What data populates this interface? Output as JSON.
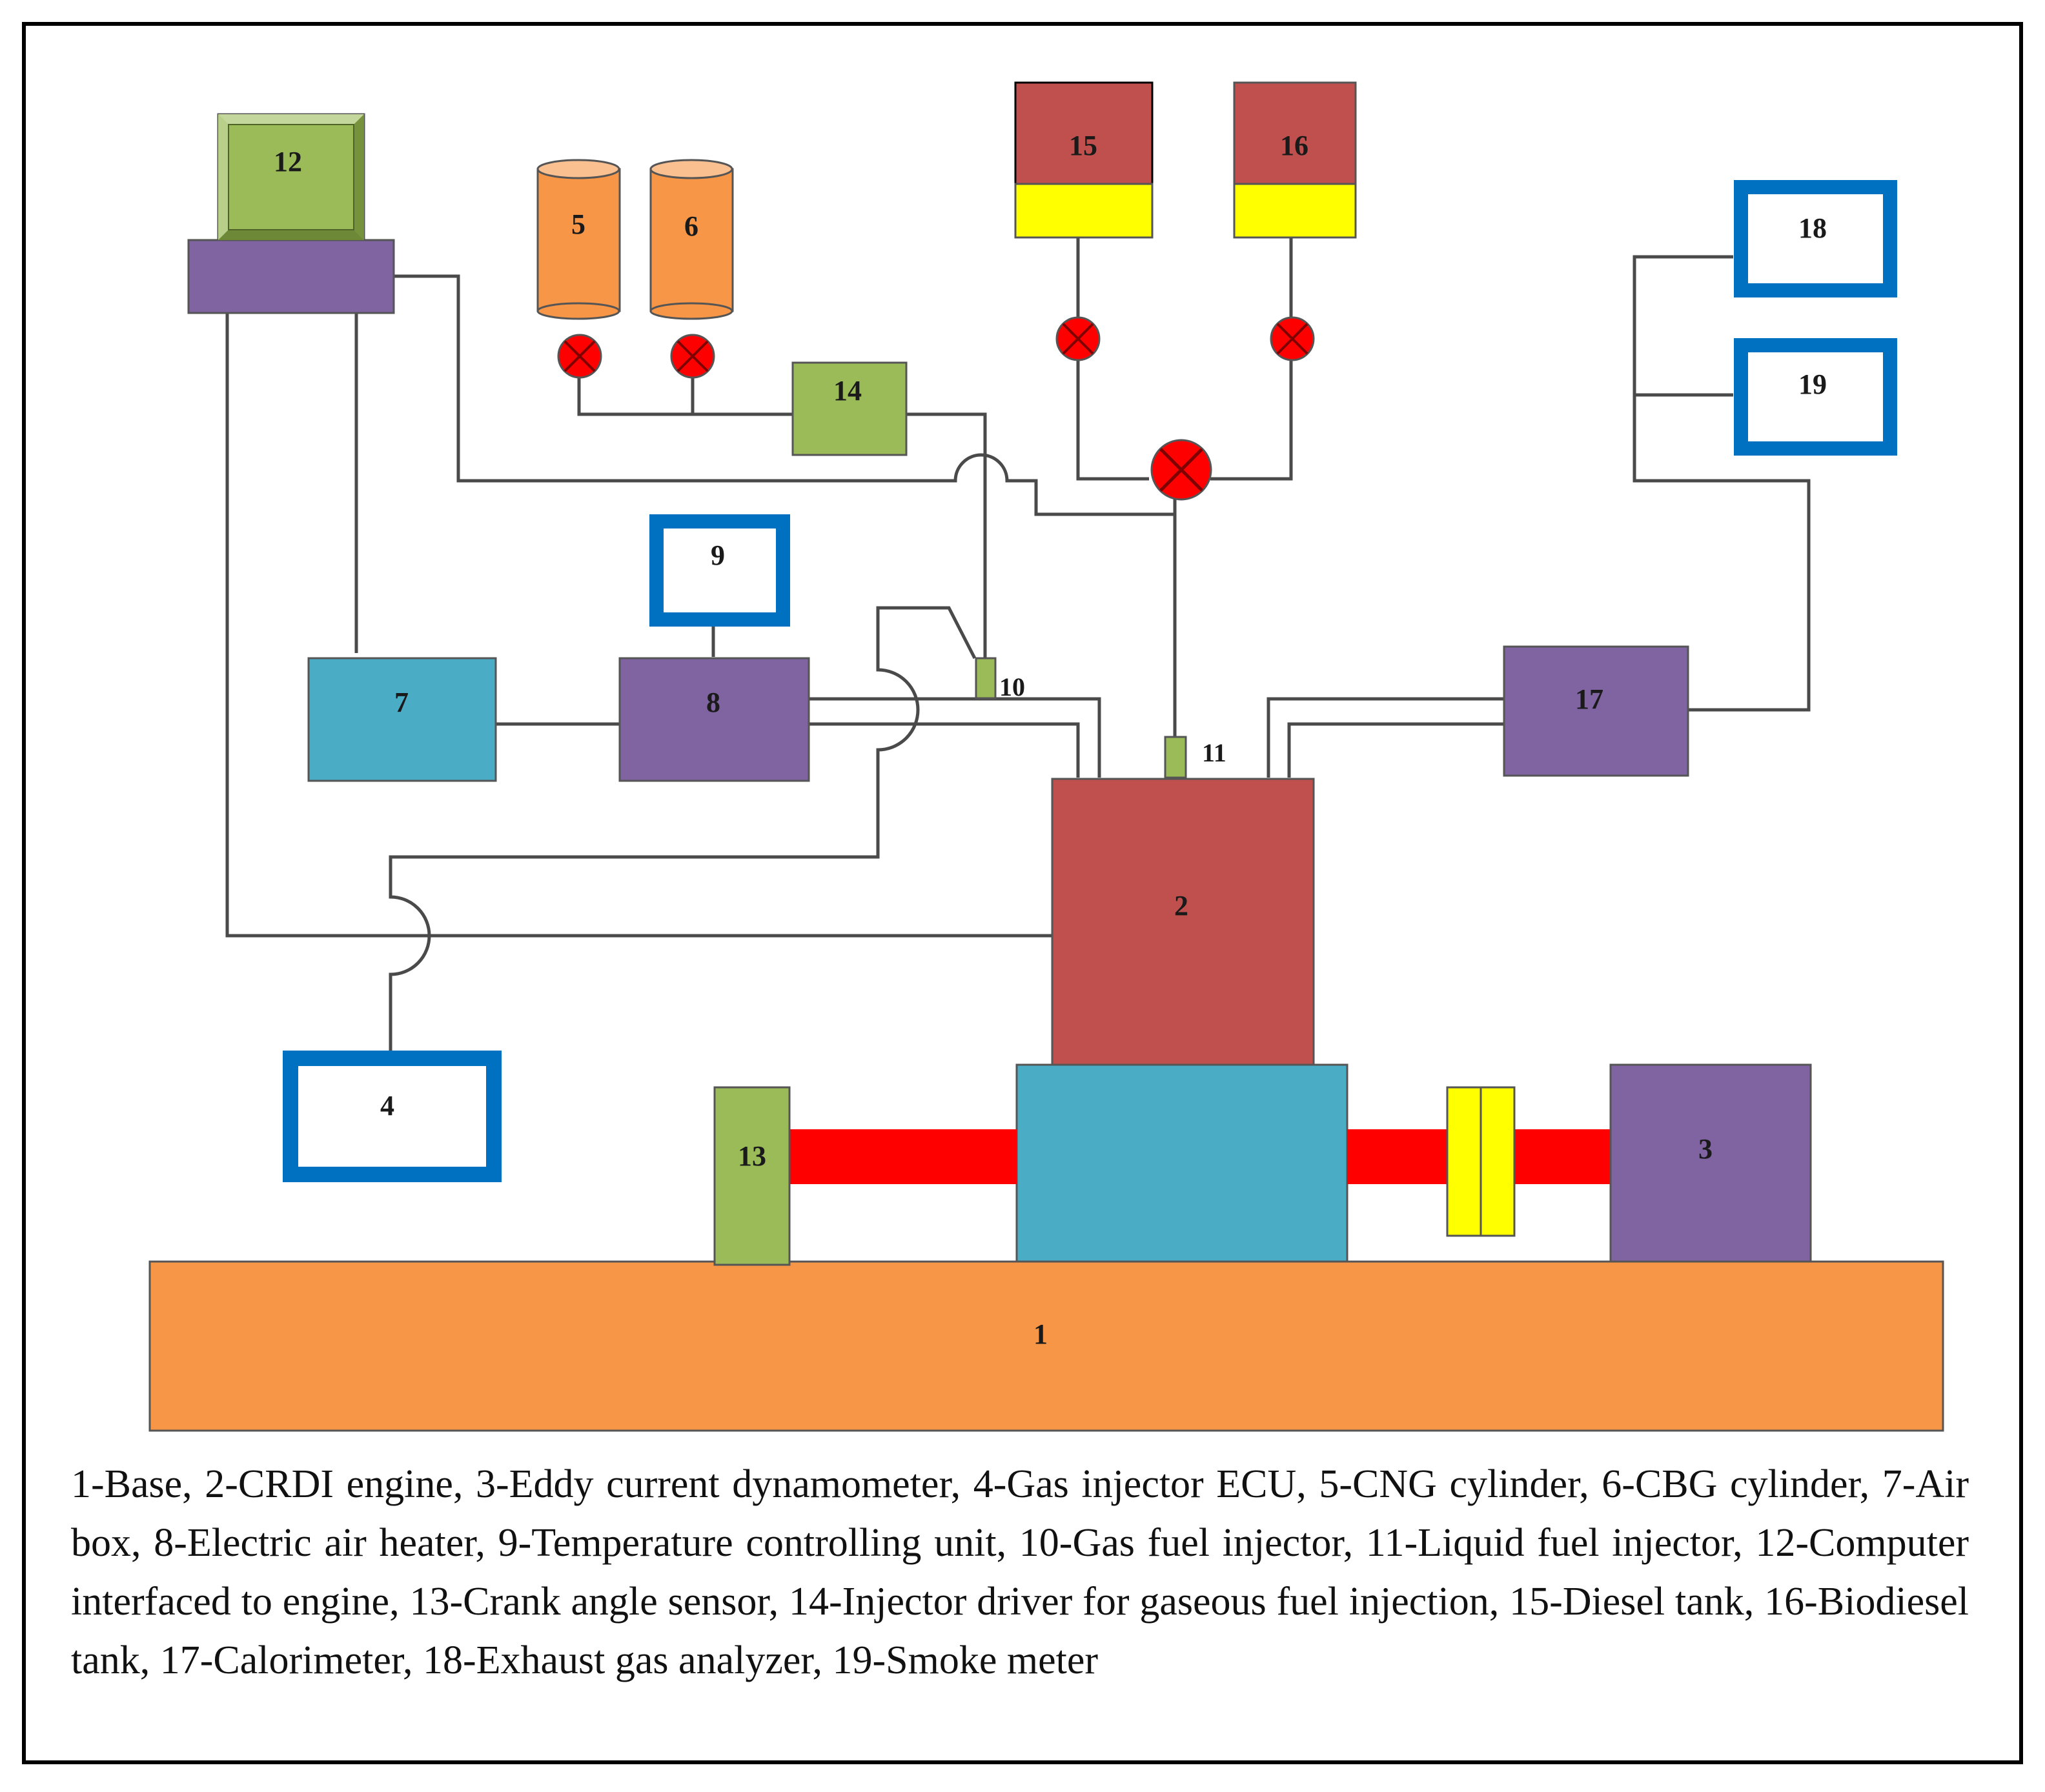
{
  "labels": {
    "c1": "1",
    "c2": "2",
    "c3": "3",
    "c4": "4",
    "c5": "5",
    "c6": "6",
    "c7": "7",
    "c8": "8",
    "c9": "9",
    "c10": "10",
    "c11": "11",
    "c12": "12",
    "c13": "13",
    "c14": "14",
    "c15": "15",
    "c16": "16",
    "c17": "17",
    "c18": "18",
    "c19": "19"
  },
  "legend": "1-Base, 2-CRDI engine, 3-Eddy current dynamometer, 4-Gas injector ECU, 5-CNG cylinder, 6-CBG cylinder, 7-Air box, 8-Electric air heater, 9-Temperature controlling unit, 10-Gas fuel injector, 11-Liquid fuel injector, 12-Computer interfaced to engine, 13-Crank angle sensor, 14-Injector driver for gaseous fuel injection, 15-Diesel tank, 16-Biodiesel tank, 17-Calorimeter, 18-Exhaust gas analyzer, 19-Smoke meter",
  "colors": {
    "orange": "#f79646",
    "red_brown": "#c0504d",
    "purple": "#8064a2",
    "cyan": "#4bacc6",
    "green": "#9bbb59",
    "blue": "#0070c0",
    "yellow": "#ffff00",
    "red": "#ff0000"
  }
}
